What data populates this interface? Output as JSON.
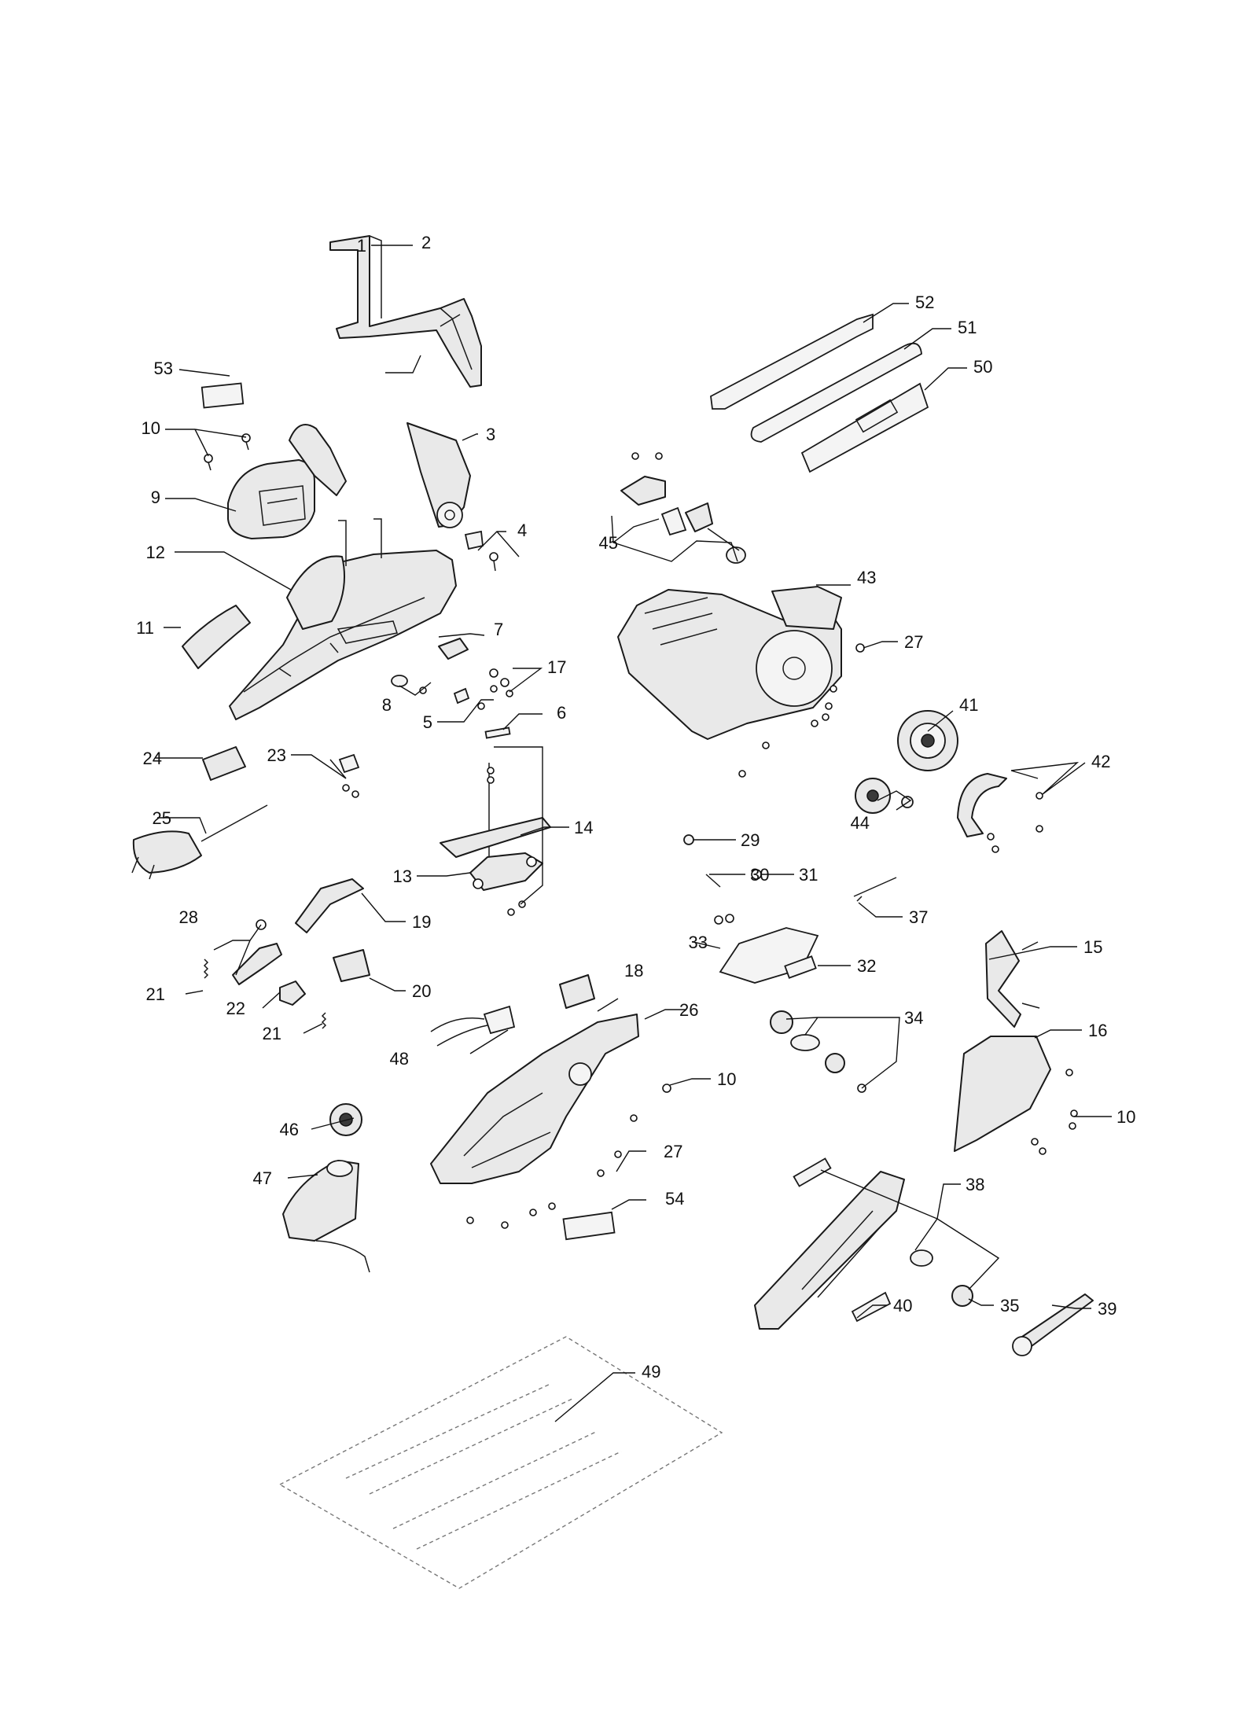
{
  "diagram": {
    "background": "#ffffff",
    "line_color": "#111111",
    "part_fill": "#e9e9e9",
    "callouts": [
      "1",
      "2",
      "3",
      "4",
      "5",
      "6",
      "7",
      "8",
      "9",
      "10",
      "10",
      "10",
      "11",
      "12",
      "13",
      "14",
      "15",
      "16",
      "17",
      "18",
      "19",
      "20",
      "21",
      "21",
      "22",
      "23",
      "24",
      "25",
      "26",
      "27",
      "27",
      "28",
      "29",
      "30",
      "31",
      "32",
      "33",
      "34",
      "35",
      "37",
      "38",
      "39",
      "40",
      "41",
      "42",
      "43",
      "44",
      "45",
      "46",
      "47",
      "48",
      "49",
      "50",
      "51",
      "52",
      "53",
      "54"
    ]
  }
}
